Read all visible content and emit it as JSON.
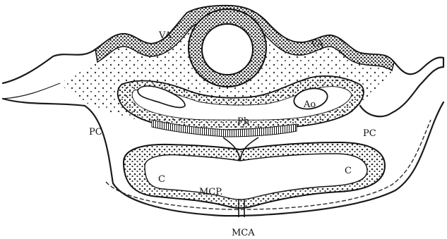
{
  "labels": {
    "va_left": "VA",
    "va_right": "VA",
    "ao": "Ao",
    "ph": "Ph",
    "pc_left": "PC",
    "pc_right": "PC",
    "c_left": "C",
    "c_right": "C",
    "mcp": "MCP.",
    "mca": "MCA"
  }
}
